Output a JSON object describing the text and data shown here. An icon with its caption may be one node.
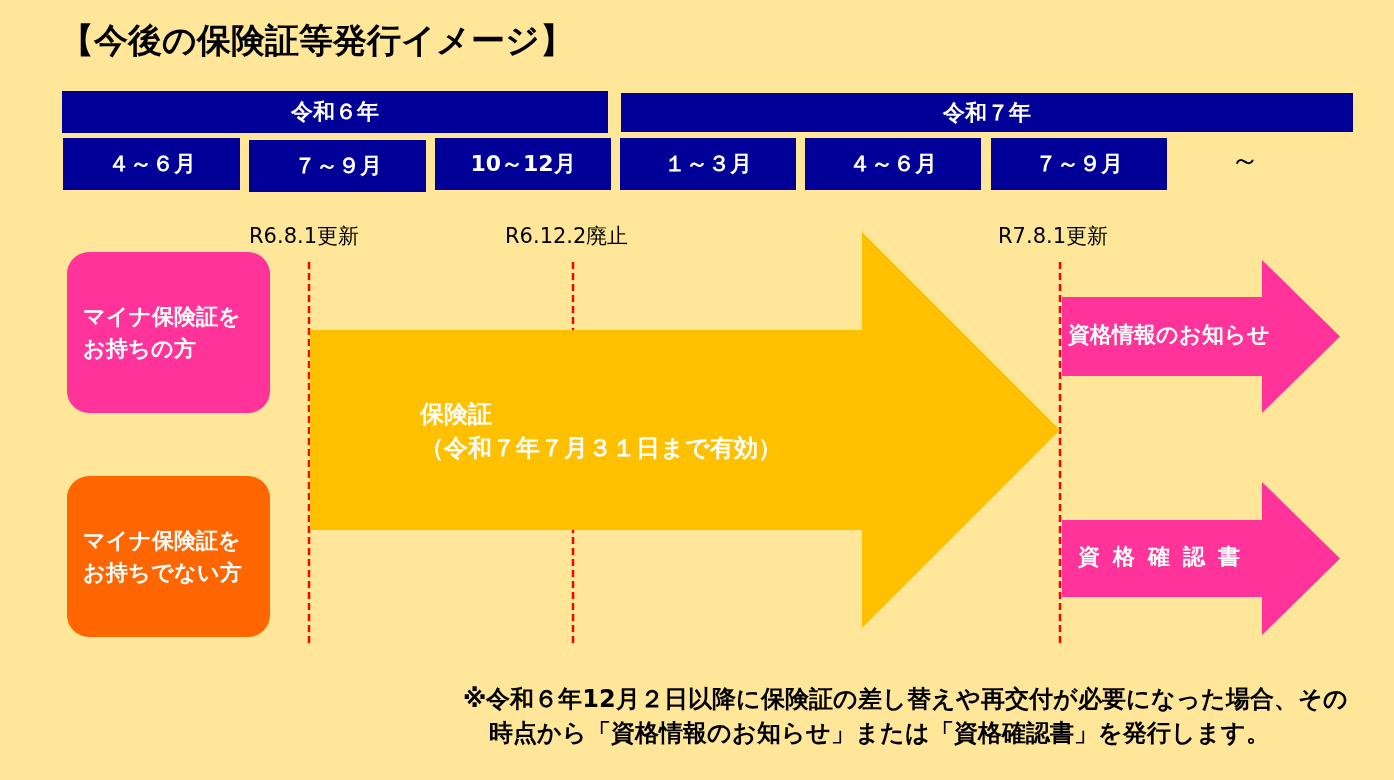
{
  "diagram": {
    "title": "【今後の保険証等発行イメージ】",
    "nodes": [
      {
        "text": [
          "令和６年"
        ]
      },
      {
        "text": [
          "令和７年"
        ]
      },
      {
        "text": [
          "４～６月"
        ]
      },
      {
        "text": [
          "７～９月"
        ]
      },
      {
        "text": [
          "10～12月"
        ]
      },
      {
        "text": [
          "１～３月"
        ]
      },
      {
        "text": [
          "４～６月"
        ]
      },
      {
        "text": [
          "７～９月"
        ]
      },
      {
        "text": [
          "マイナ保険証をお持ちの方"
        ]
      },
      {
        "text": [
          "マイナ保険証をお持ちでない方"
        ]
      },
      {
        "text": [
          "保険証",
          "（令和７年７月３１日まで有効）"
        ]
      },
      {
        "text": [
          "資格情報のお知らせ"
        ]
      },
      {
        "text": [
          "資格確認書"
        ]
      }
    ],
    "labels": [
      "～",
      "R6.8.1更新",
      "R6.12.2廃止",
      "R7.8.1更新",
      "※令和６年12月２日以降に保険証の差し替えや再交付が必要になった場合、その時点から「資格情報のお知らせ」または「資格確認書」を発行します。"
    ]
  }
}
